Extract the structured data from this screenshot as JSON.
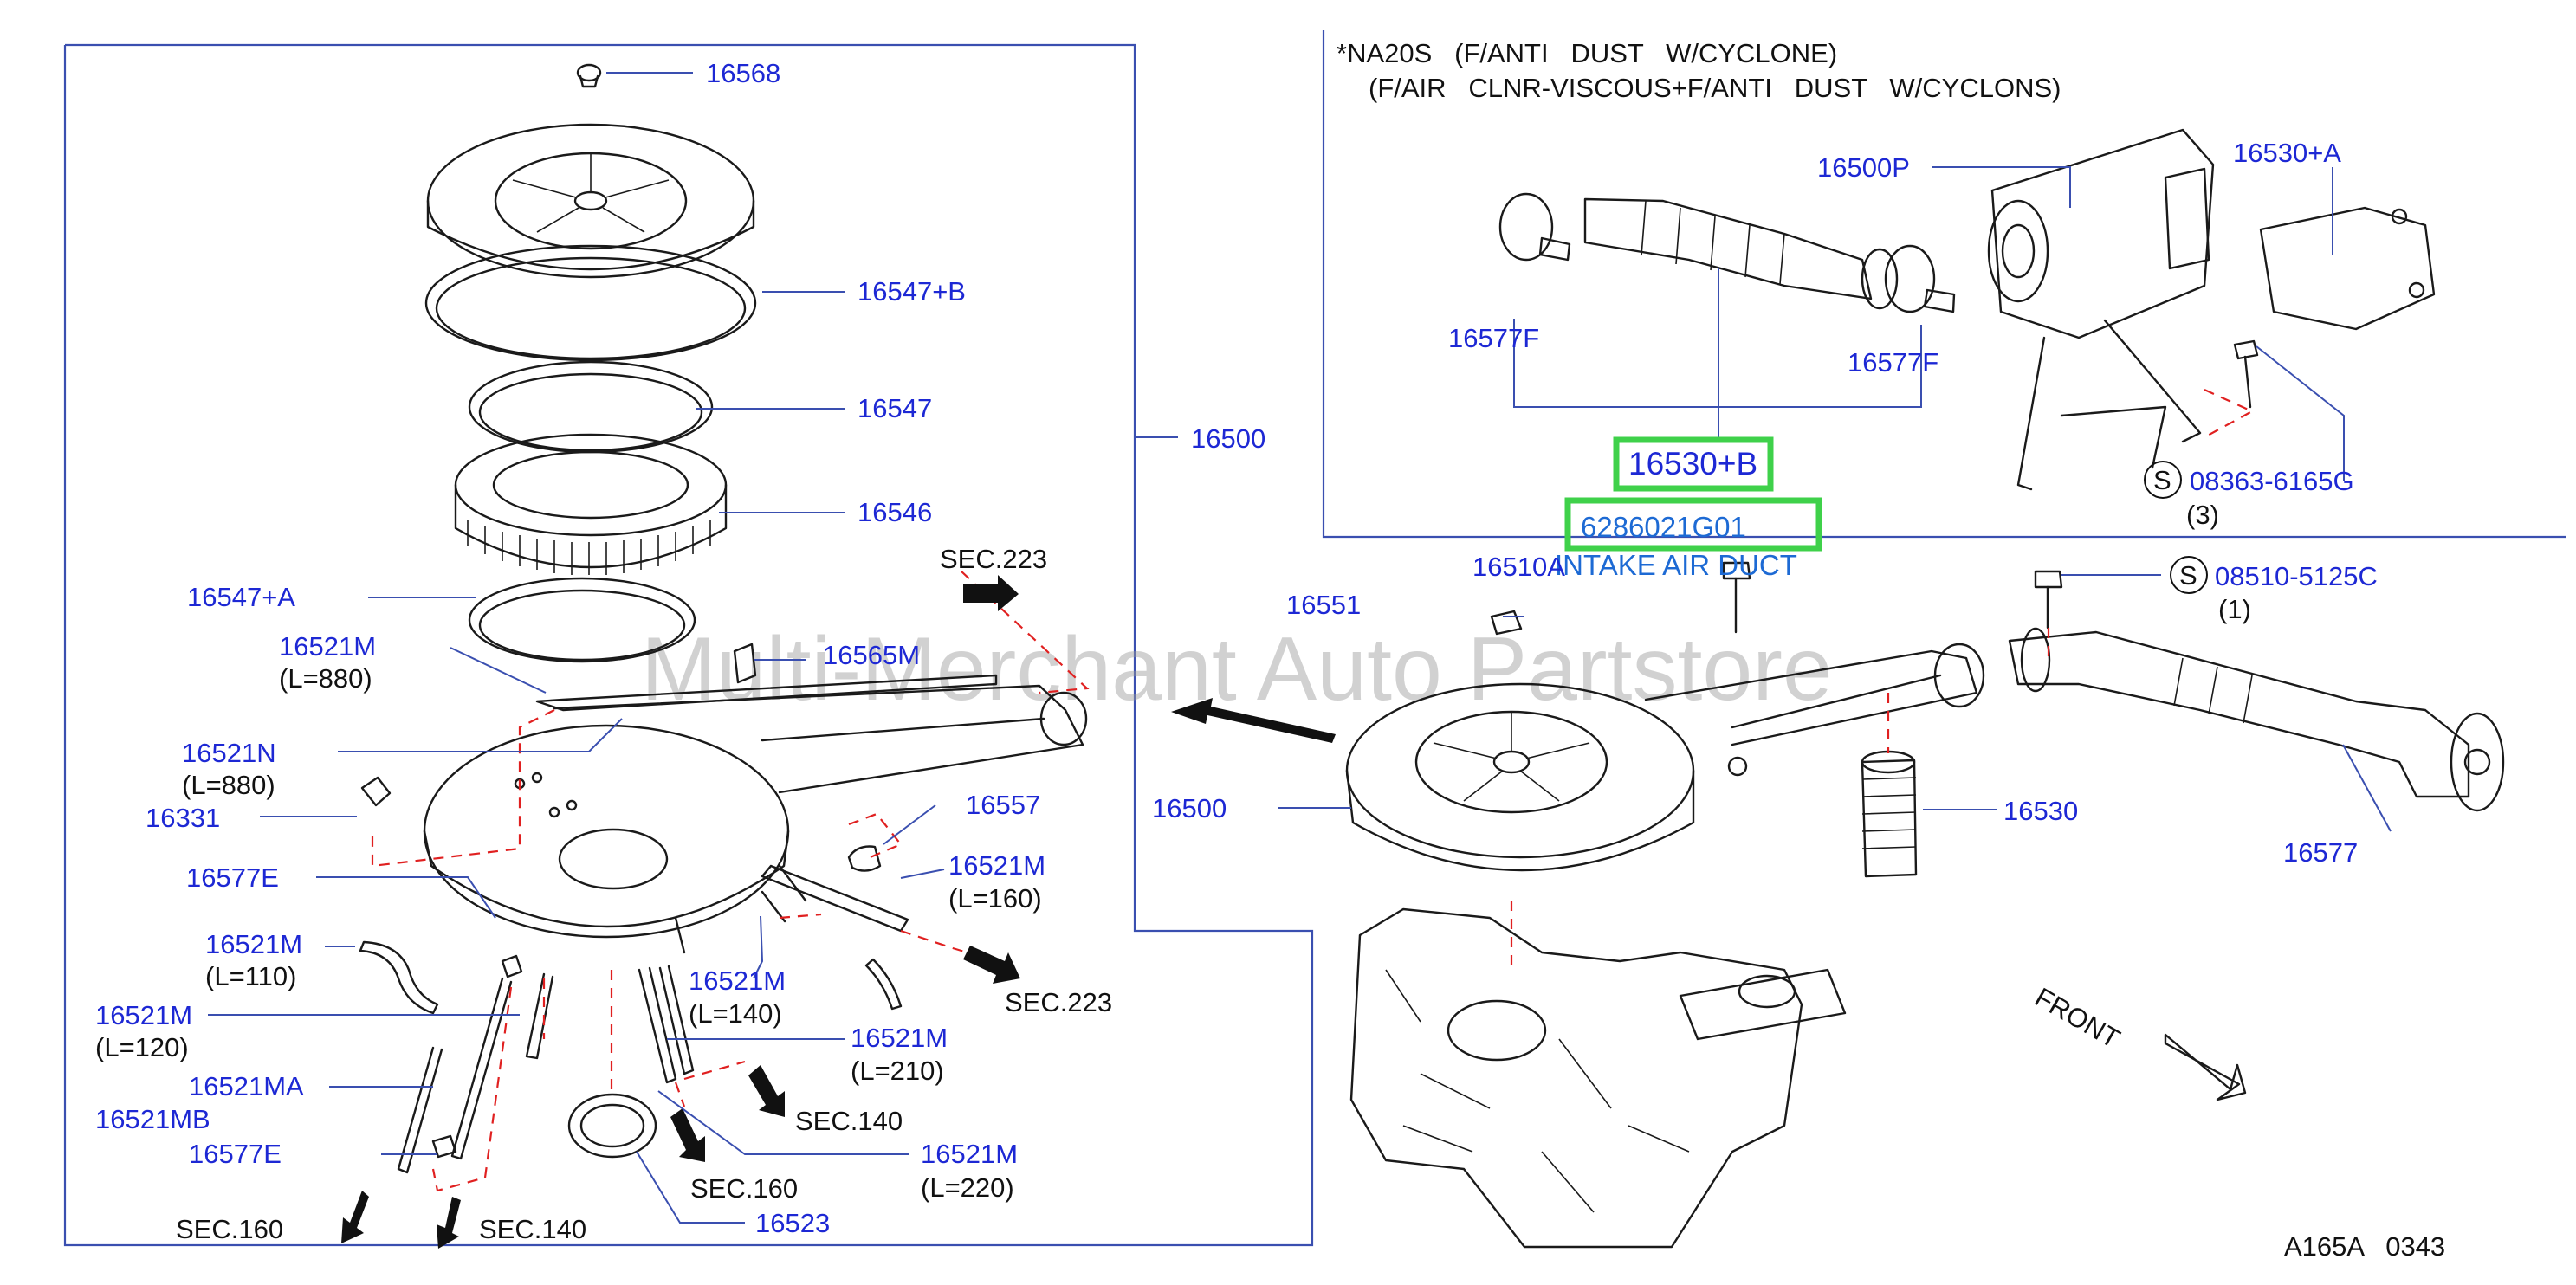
{
  "header": {
    "variant_line1": "*NA20S   (F/ANTI   DUST   W/CYCLONE)",
    "variant_line2": "(F/AIR   CLNR-VISCOUS+F/ANTI   DUST   W/CYCLONS)"
  },
  "watermark": "Multi-Merchant Auto Partstore",
  "diagram_code": "A165A   0343",
  "front_label": "FRONT",
  "highlight": {
    "part": "16530+B",
    "link_part_number": "6286021G01",
    "link_desc": "INTAKE AIR DUCT"
  },
  "screw_marker": "S",
  "labels": {
    "p16568": "16568",
    "p16547B": "16547+B",
    "p16547": "16547",
    "p16500_left": "16500",
    "p16546": "16546",
    "p16547A": "16547+A",
    "sec223_top": "SEC.223",
    "p16521M_880": "16521M",
    "len880_a": "(L=880)",
    "p16565M": "16565M",
    "p16521N": "16521N",
    "len880_b": "(L=880)",
    "p16331": "16331",
    "p16557": "16557",
    "p16577E_top": "16577E",
    "p16521M_160": "16521M",
    "len160": "(L=160)",
    "p16521M_110": "16521M",
    "len110": "(L=110)",
    "sec223_bottom": "SEC.223",
    "p16521M_140": "16521M",
    "len140": "(L=140)",
    "p16521M_120": "16521M",
    "len120": "(L=120)",
    "p16521M_210": "16521M",
    "len210": "(L=210)",
    "p16521MA": "16521MA",
    "p16521MB": "16521MB",
    "sec140_a": "SEC.140",
    "p16577E_bottom": "16577E",
    "p16521M_220": "16521M",
    "len220": "(L=220)",
    "sec160_a": "SEC.160",
    "sec160_b": "SEC.160",
    "sec140_b": "SEC.140",
    "p16523": "16523",
    "p16500P": "16500P",
    "p16530A": "16530+A",
    "p16577F_left": "16577F",
    "p16577F_right": "16577F",
    "p08363": "08363-6165G",
    "qty3": "(3)",
    "p16510A": "16510A",
    "p16551": "16551",
    "p08510": "08510-5125C",
    "qty1": "(1)",
    "p16500_right": "16500",
    "p16530": "16530",
    "p16577": "16577"
  }
}
